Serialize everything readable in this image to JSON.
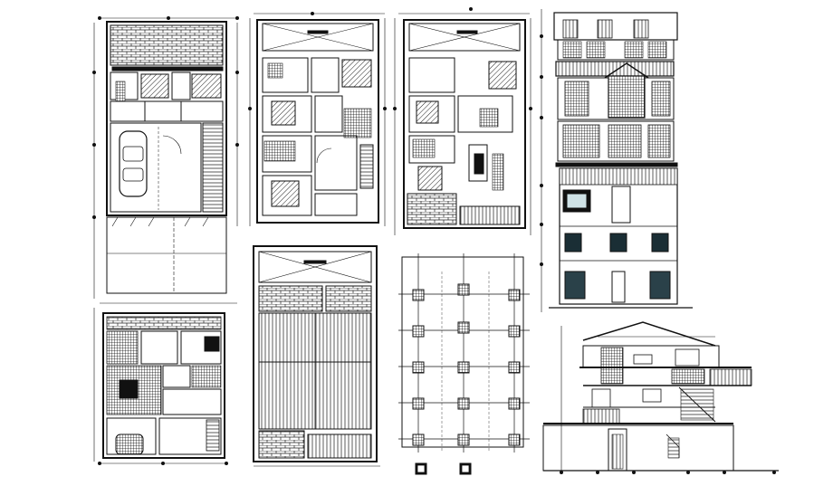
{
  "drawing": {
    "background": "#ffffff",
    "ink": "#111111",
    "views": [
      {
        "id": "ground-floor-plan",
        "kind": "floor plan with car parking"
      },
      {
        "id": "first-floor-plan",
        "kind": "floor plan"
      },
      {
        "id": "second-floor-plan",
        "kind": "floor plan"
      },
      {
        "id": "front-elevation",
        "kind": "elevation"
      },
      {
        "id": "basement-plan",
        "kind": "floor plan"
      },
      {
        "id": "roof-plan",
        "kind": "roof plan"
      },
      {
        "id": "column-layout-plan",
        "kind": "structural grid"
      },
      {
        "id": "building-section",
        "kind": "section"
      }
    ]
  }
}
